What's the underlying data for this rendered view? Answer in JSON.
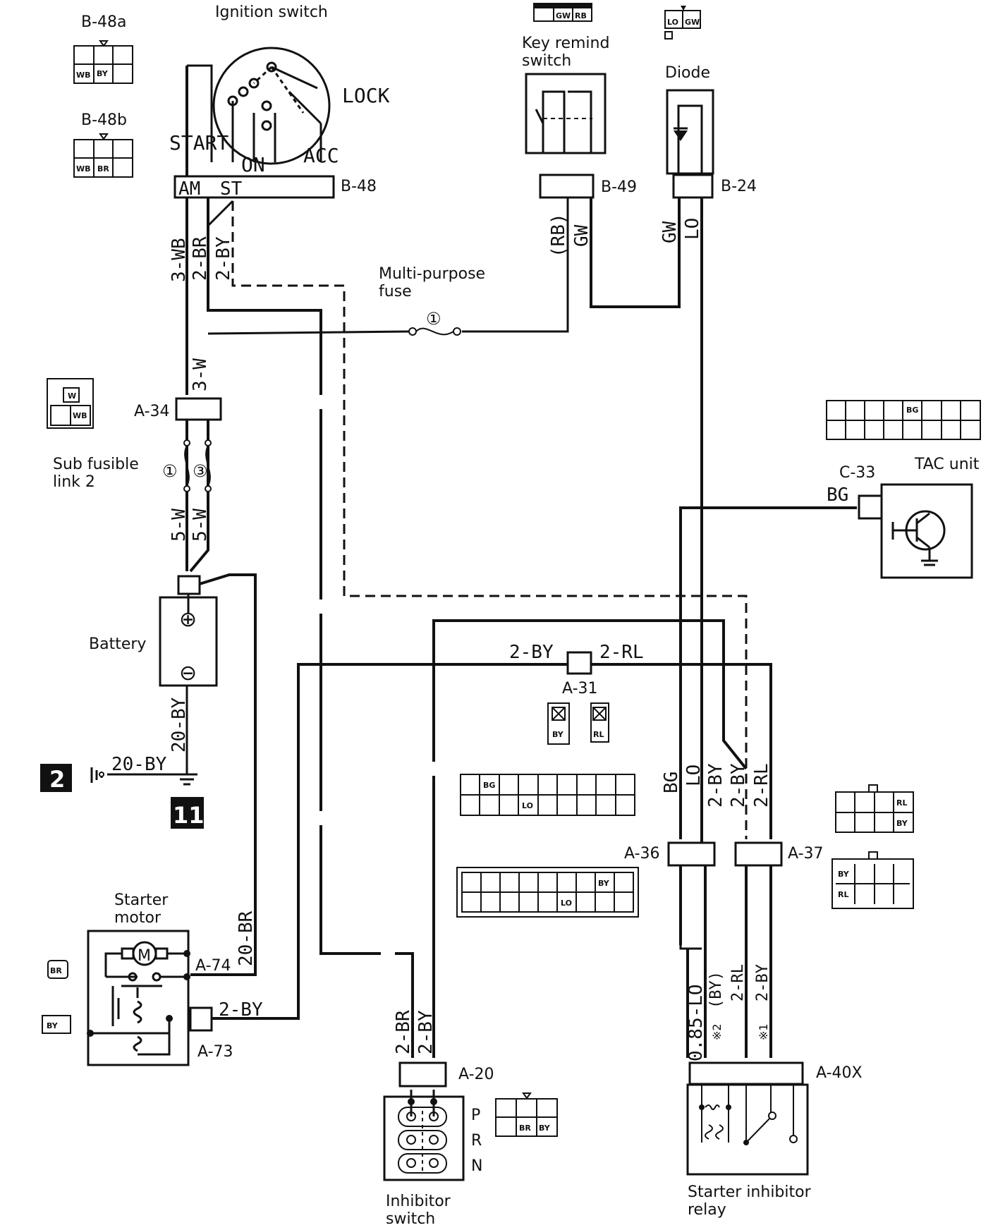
{
  "components": {
    "ignition_switch": {
      "title": "Ignition switch",
      "positions": [
        "LOCK",
        "START",
        "ON",
        "ACC"
      ],
      "terminals": [
        "AM",
        "ST"
      ],
      "connector": "B-48"
    },
    "b48a": {
      "label": "B-48a",
      "pins": [
        "WB",
        "BY"
      ]
    },
    "b48b": {
      "label": "B-48b",
      "pins": [
        "WB",
        "BR"
      ]
    },
    "key_remind_switch": {
      "title_line1": "Key remind",
      "title_line2": "switch",
      "connector": "B-49",
      "pins": [
        "GW",
        "RB"
      ]
    },
    "diode": {
      "title": "Diode",
      "connector": "B-24",
      "pins": [
        "LO",
        "GW"
      ]
    },
    "multipurpose_fuse": {
      "line1": "Multi-purpose",
      "line2": "fuse",
      "number": "①"
    },
    "a34": {
      "label": "A-34",
      "pins": [
        "W",
        "WB"
      ]
    },
    "sub_fusible_link": {
      "line1": "Sub fusible",
      "line2": "link 2",
      "num1": "①",
      "num2": "③"
    },
    "battery": {
      "title": "Battery",
      "plus": "⊕",
      "minus": "⊖"
    },
    "ground": {
      "box1": "2",
      "box2": "11"
    },
    "tac_unit": {
      "title": "TAC unit",
      "connector": "C-33",
      "pin": "BG"
    },
    "a31": {
      "label": "A-31",
      "pins": [
        "BY",
        "RL"
      ]
    },
    "a36": {
      "label": "A-36",
      "grid1_pins": [
        "BG",
        "LO"
      ],
      "grid2_pins": [
        "BY",
        "LO"
      ]
    },
    "a37": {
      "label": "A-37",
      "grid1_pins": [
        "RL",
        "BY"
      ],
      "grid2_pins": [
        "BY",
        "RL"
      ]
    },
    "starter_motor": {
      "line1": "Starter",
      "line2": "motor",
      "motor_symbol": "M",
      "a74": "A-74",
      "a73": "A-73",
      "side_pins": [
        "BR",
        "BY"
      ]
    },
    "inhibitor_switch": {
      "line1": "Inhibitor",
      "line2": "switch",
      "connector": "A-20",
      "positions": [
        "P",
        "R",
        "N"
      ],
      "pins": [
        "BR",
        "BY"
      ]
    },
    "starter_inhibitor_relay": {
      "line1": "Starter inhibitor",
      "line2": "relay",
      "connector": "A-40X"
    }
  },
  "wires": {
    "wb3": "3-WB",
    "br2": "2-BR",
    "by2": "2-BY",
    "w3": "3-W",
    "w5a": "5-W",
    "w5b": "5-W",
    "rb": "(RB)",
    "gw1": "GW",
    "gw2": "GW",
    "lo1": "LO",
    "by20_vert": "20-BY",
    "by20_horiz": "20-BY",
    "br20": "20-BR",
    "by2_a73": "2-BY",
    "bg_tac": "BG",
    "by2_a31": "2-BY",
    "rl2_a31": "2-RL",
    "bg_v": "BG",
    "lo_v": "LO",
    "by2_v1": "2-BY",
    "by2_v2": "2-BY",
    "rl2_v": "2-RL",
    "lo085": "0.85-LO",
    "by_paren": "(BY)",
    "rl2_low": "2-RL",
    "by2_low": "2-BY",
    "br2_a20": "2-BR",
    "by2_a20": "2-BY",
    "note2": "※2",
    "note1": "※1"
  },
  "colors": {
    "line": "#111111",
    "background": "#ffffff"
  }
}
